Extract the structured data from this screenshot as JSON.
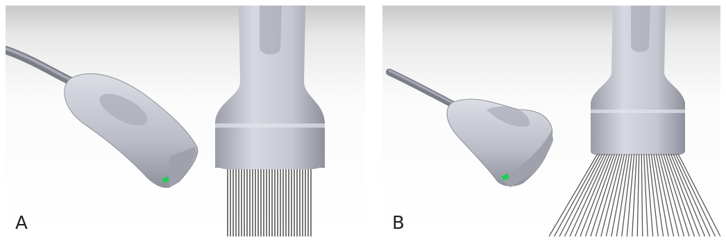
{
  "panels": [
    {
      "label": "A",
      "probe_type": "linear-transducer",
      "beam_shape": "parallel-lines"
    },
    {
      "label": "B",
      "probe_type": "curved-transducer",
      "beam_shape": "fan-lines"
    }
  ],
  "colors": {
    "probe_body": "#c8cad4",
    "probe_shadow": "#8a8c98",
    "beam_lines": "#555555",
    "indicator_light": "#22cc55"
  },
  "icons": [
    "linear-probe-icon",
    "curved-probe-icon"
  ]
}
